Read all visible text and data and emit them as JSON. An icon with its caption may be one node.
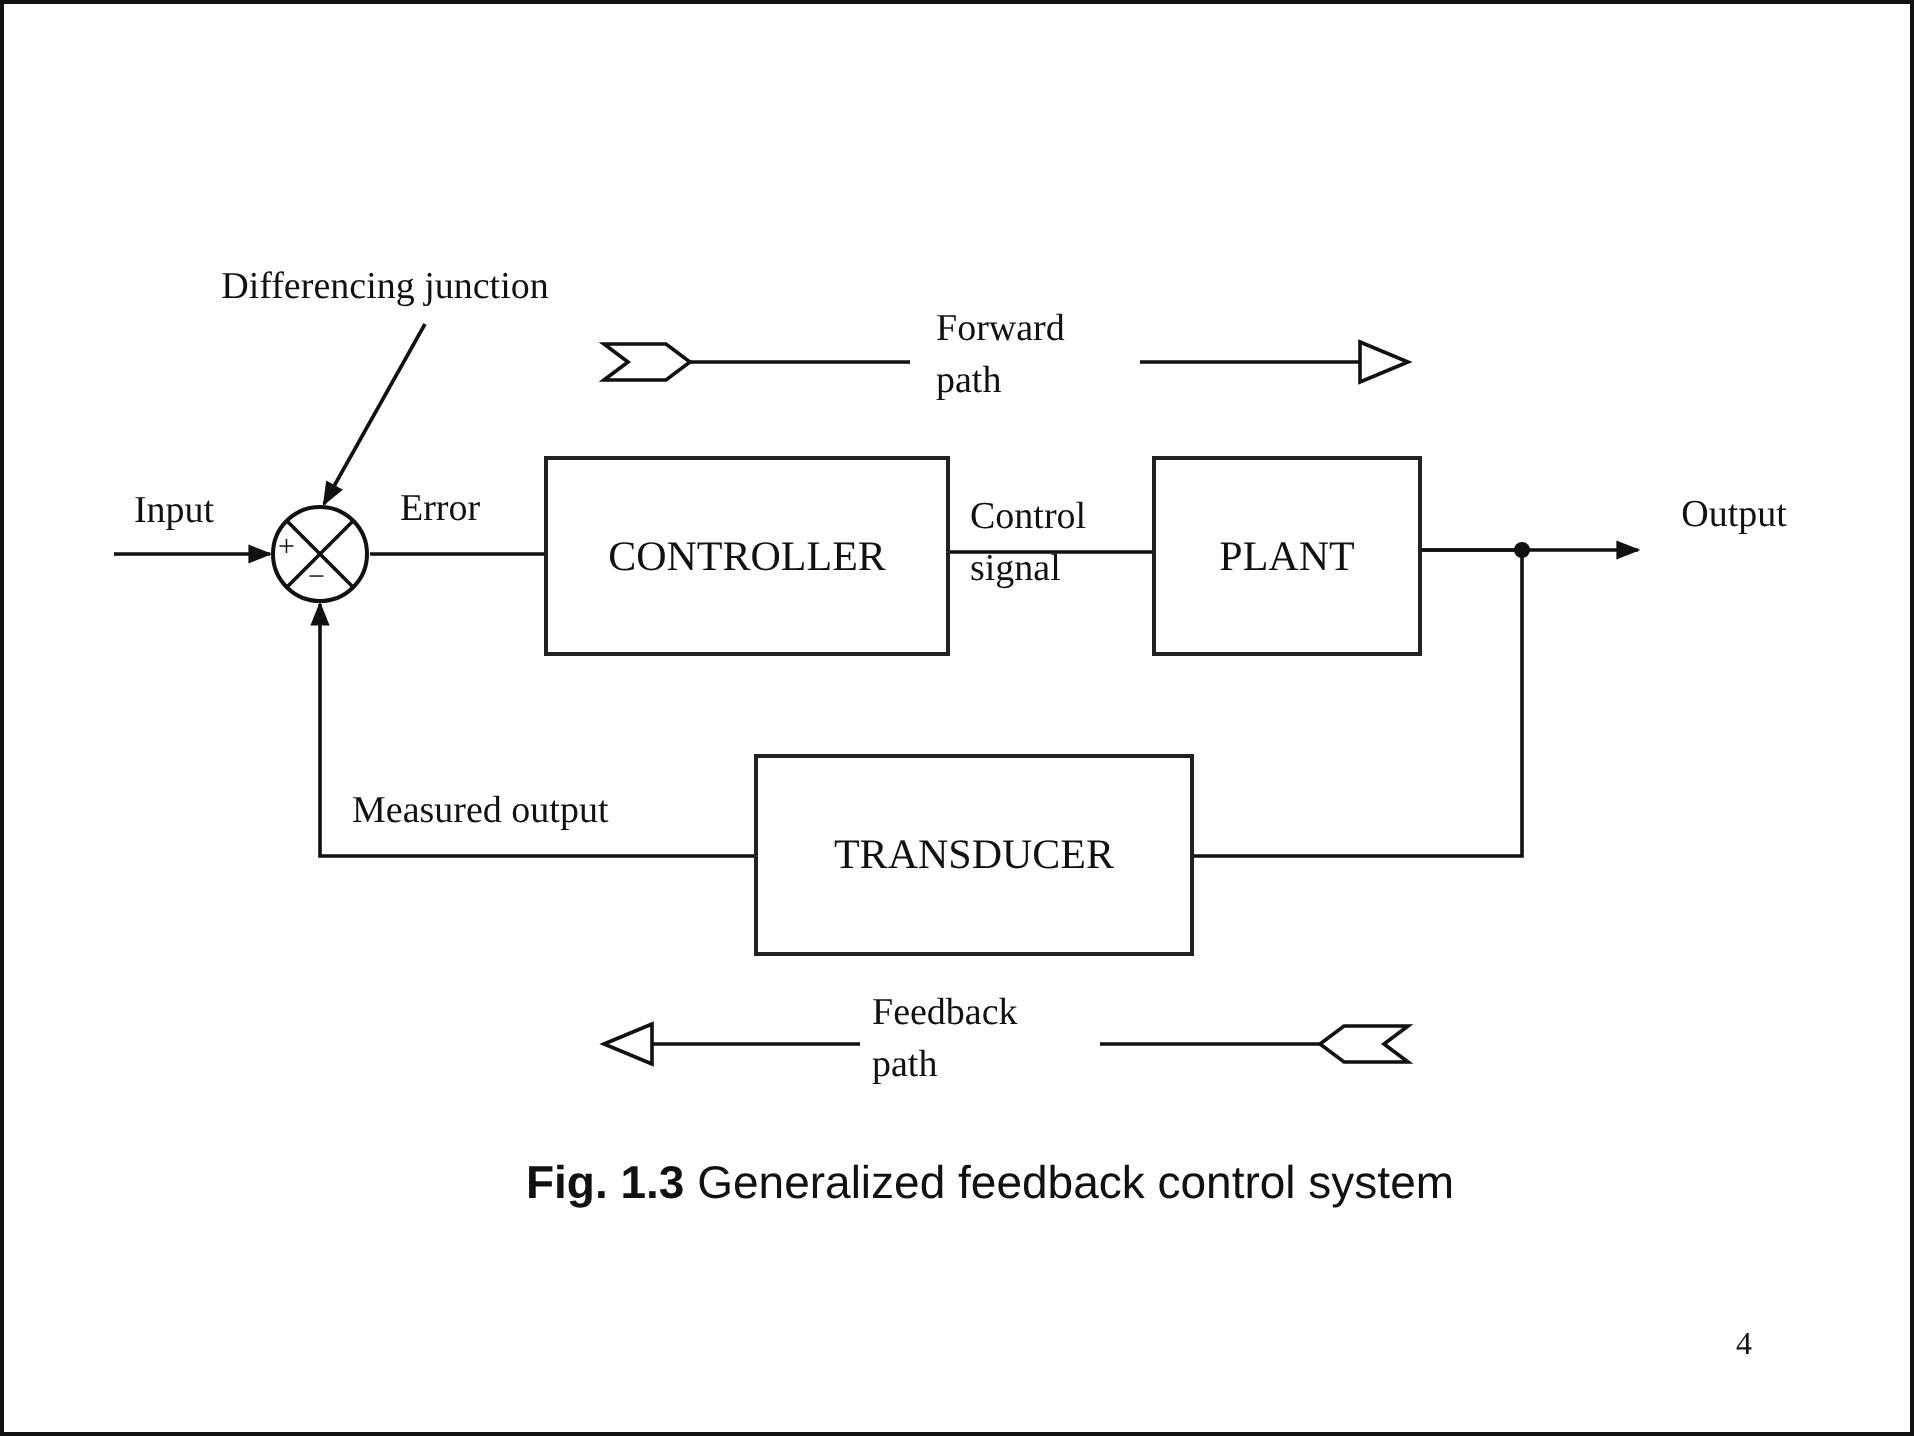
{
  "diagram": {
    "caption": "**Fig. 1.3** Generalized feedback control system",
    "nodes": [
      {
        "text": [
          "Differencing junction"
        ]
      },
      {
        "text": [
          "+",
          "−"
        ]
      },
      {
        "text": [
          "Input"
        ]
      },
      {
        "text": [
          "CONTROLLER"
        ]
      },
      {
        "text": [
          "PLANT"
        ]
      },
      {
        "text": [
          "Output"
        ]
      },
      {
        "text": [
          "TRANSDUCER"
        ]
      }
    ],
    "edges": [
      {
        "from": 0,
        "to": 1,
        "arrow": "to"
      },
      {
        "from": 2,
        "to": 1,
        "arrow": "to"
      },
      {
        "from": 1,
        "to": 3,
        "arrow": "none",
        "label": "Error"
      },
      {
        "from": 3,
        "to": 4,
        "arrow": "none",
        "label": "Control signal"
      },
      {
        "from": 4,
        "to": 5,
        "arrow": "to"
      },
      {
        "from": 4,
        "to": 6,
        "arrow": "none"
      },
      {
        "from": 6,
        "to": 1,
        "arrow": "to",
        "label": "Measured output"
      }
    ],
    "labels": [
      "Forward path",
      "Feedback path",
      "4"
    ]
  }
}
